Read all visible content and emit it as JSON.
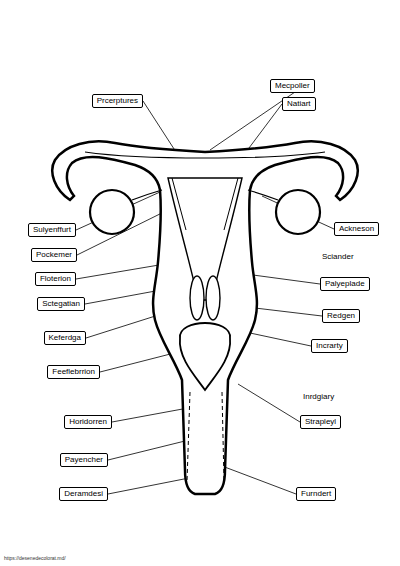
{
  "diagram": {
    "nodes": [
      {
        "text": [
          "Prcerptures"
        ]
      },
      {
        "text": [
          "Mecpoller"
        ]
      },
      {
        "text": [
          "Natiart"
        ]
      },
      {
        "text": [
          "Sulyenffurt"
        ]
      },
      {
        "text": [
          "Ackneson"
        ]
      },
      {
        "text": [
          "Pockemer"
        ]
      },
      {
        "text": [
          "Floterion"
        ]
      },
      {
        "text": [
          "Palyeplade"
        ]
      },
      {
        "text": [
          "Sctegatian"
        ]
      },
      {
        "text": [
          "Redgen"
        ]
      },
      {
        "text": [
          "Keferdga"
        ]
      },
      {
        "text": [
          "Incrarty"
        ]
      },
      {
        "text": [
          "Feeflebrrion"
        ]
      },
      {
        "text": [
          "Horidorren"
        ]
      },
      {
        "text": [
          "Strapleyl"
        ]
      },
      {
        "text": [
          "Payencher"
        ]
      },
      {
        "text": [
          "Deramdesi"
        ]
      },
      {
        "text": [
          "Furndert"
        ]
      }
    ],
    "labels": [
      "Sciander",
      "Inrdgiary",
      "https://desenedecolorat.md/"
    ]
  }
}
